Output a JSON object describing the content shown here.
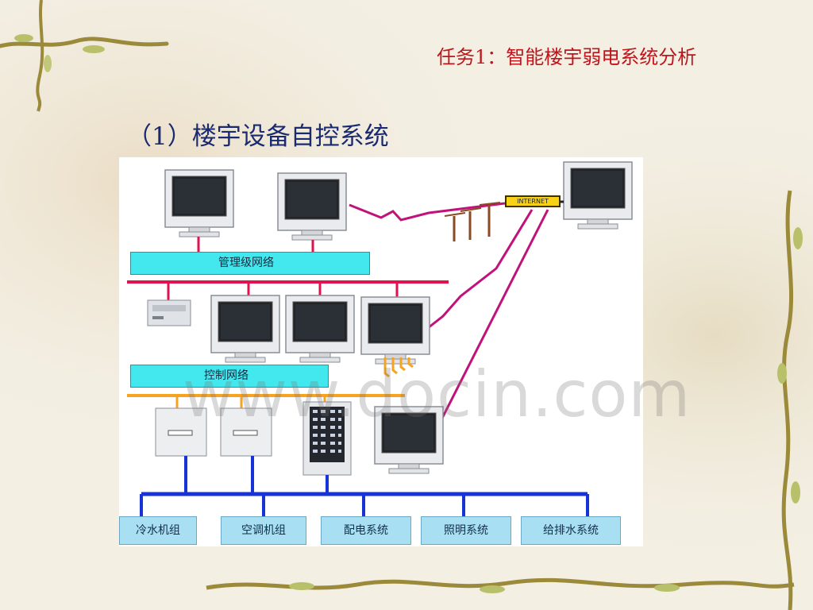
{
  "slide": {
    "title": "任务1：智能楼宇弱电系统分析",
    "section_heading": "（1）楼宇设备自控系统"
  },
  "diagram": {
    "management_network_label": "管理级网络",
    "control_network_label": "控制网络",
    "internet_label": "INTERNET",
    "subsystems": [
      "冷水机组",
      "空调机组",
      "配电系统",
      "照明系统",
      "给排水系统"
    ],
    "colors": {
      "management_bus": "#e0134f",
      "control_bus": "#f5a321",
      "field_bus": "#1733d6",
      "internet_link": "#c0127a",
      "network_bar": "#43e8ee"
    }
  },
  "watermark": "www.docin.com"
}
